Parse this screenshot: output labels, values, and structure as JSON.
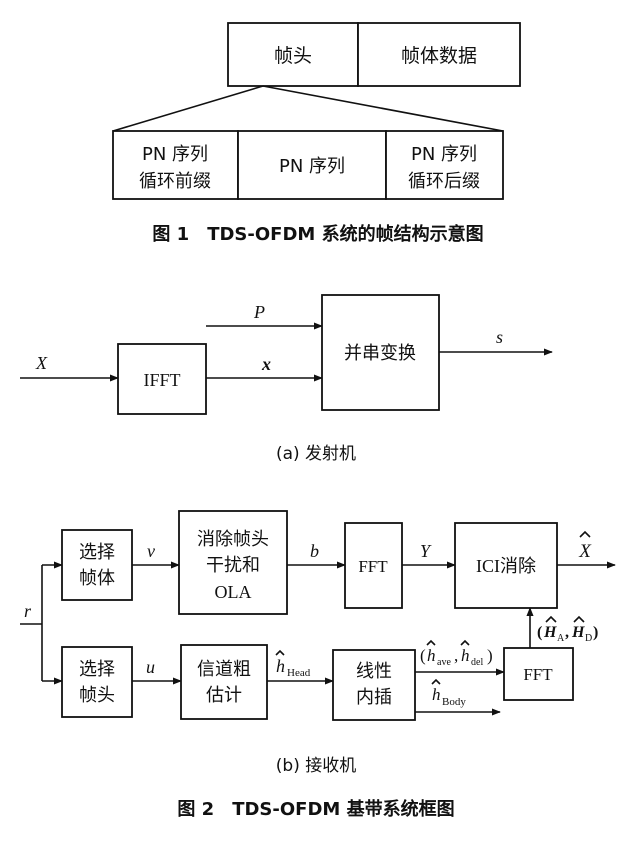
{
  "fig1": {
    "frame_head": "帧头",
    "frame_body": "帧体数据",
    "pn_prefix": [
      "PN 序列",
      "循环前缀"
    ],
    "pn_seq": "PN 序列",
    "pn_suffix": [
      "PN 序列",
      "循环后缀"
    ],
    "caption": "图 1　TDS-OFDM 系统的帧结构示意图"
  },
  "fig2a": {
    "input_x": "X",
    "input_p": "P",
    "ifft": "IFFT",
    "sig_x": "x",
    "ps": "并串变换",
    "out_s": "s",
    "caption": "(a)  发射机"
  },
  "fig2b": {
    "input_r": "r",
    "sel_body": [
      "选择",
      "帧体"
    ],
    "sig_v": "v",
    "remove_head": [
      "消除帧头",
      "干扰和",
      "OLA"
    ],
    "sig_b": "b",
    "fft1": "FFT",
    "sig_y": "Y",
    "ici": "ICI消除",
    "out_xhat": "X",
    "sel_head": [
      "选择",
      "帧头"
    ],
    "sig_u": "u",
    "channel_est": [
      "信道粗",
      "估计"
    ],
    "h_head": "h",
    "h_head_sub": "Head",
    "interp": [
      "线性",
      "内插"
    ],
    "h_ave": "h",
    "h_ave_sub": "ave",
    "h_del": "h",
    "h_del_sub": "del",
    "h_body": "h",
    "h_body_sub": "Body",
    "fft2": "FFT",
    "H_A": "H",
    "H_A_sub": "A",
    "H_D": "H",
    "H_D_sub": "D",
    "caption": "(b)  接收机"
  },
  "fig2_caption": "图 2　TDS-OFDM 基带系统框图"
}
